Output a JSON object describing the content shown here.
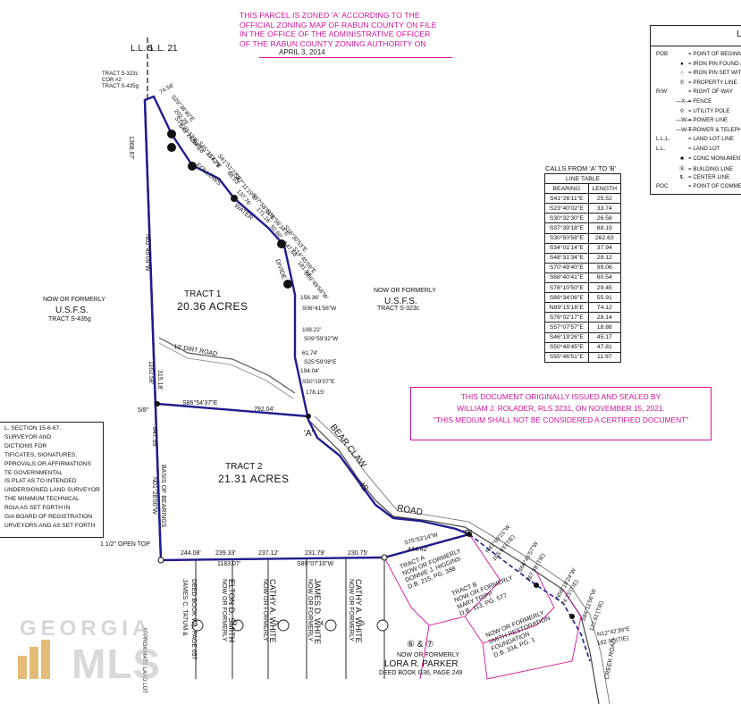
{
  "zoning_notice": {
    "lines": [
      "THIS PARCEL IS ZONED  'A'  ACCORDING TO THE",
      "OFFICIAL ZONING MAP OF RABUN COUNTY ON FILE",
      "IN THE OFFICE OF THE ADMINISTRATIVE OFFICER",
      "OF THE RABUN COUNTY ZONING AUTHORITY ON"
    ],
    "date": "APRIL 3, 2014"
  },
  "legend": {
    "title": "L",
    "rows": [
      {
        "abbr": "POB",
        "symbol": "",
        "text": "= POINT OF BEGINNIN"
      },
      {
        "abbr": "",
        "symbol": "●",
        "text": "= IRON PIN FOUND (I"
      },
      {
        "abbr": "",
        "symbol": "○",
        "text": "= IRON PIN SET WITH"
      },
      {
        "abbr": "",
        "symbol": "℗",
        "text": "= PROPERTY LINE"
      },
      {
        "abbr": "R/W",
        "symbol": "",
        "text": "= RIGHT OF WAY"
      },
      {
        "abbr": "",
        "symbol": "—X—",
        "text": "= FENCE"
      },
      {
        "abbr": "",
        "symbol": "⚲",
        "text": "= UTILITY POLE"
      },
      {
        "abbr": "",
        "symbol": "—W—",
        "text": "= POWER LINE"
      },
      {
        "abbr": "",
        "symbol": "—W-T—",
        "text": "= POWER & TELEPHON"
      },
      {
        "abbr": "L.L.L.",
        "symbol": "",
        "text": "= LAND LOT LINE"
      },
      {
        "abbr": "L.L.",
        "symbol": "",
        "text": "= LAND LOT"
      },
      {
        "abbr": "",
        "symbol": "■",
        "text": "= CONC MONUMENT F"
      },
      {
        "abbr": "",
        "symbol": "Ⓑ",
        "text": "= BUILDING LINE"
      },
      {
        "abbr": "",
        "symbol": "℄",
        "text": "= CENTER LINE"
      },
      {
        "abbr": "POC",
        "symbol": "",
        "text": "= POINT OF COMMENC"
      }
    ]
  },
  "calls_caption": "CALLS FROM 'A' TO 'B'",
  "line_table": {
    "title": "LINE TABLE",
    "headers": [
      "BEARING",
      "LENGTH"
    ],
    "rows": [
      [
        "S41°26'11\"E",
        "25.52"
      ],
      [
        "S23°40'02\"E",
        "33.74"
      ],
      [
        "S30°32'30\"E",
        "26.58"
      ],
      [
        "S37°39'18\"E",
        "88.19"
      ],
      [
        "S30°50'58\"E",
        "262.63"
      ],
      [
        "S34°01'14\"E",
        "37.94"
      ],
      [
        "S48°31'34\"E",
        "29.12"
      ],
      [
        "S70°49'40\"E",
        "99.06"
      ],
      [
        "S68°40'41\"E",
        "60.54"
      ],
      [
        "S78°10'50\"E",
        "29.45"
      ],
      [
        "S89°34'06\"E",
        "55.91"
      ],
      [
        "N89°15'16\"E",
        "74.12"
      ],
      [
        "S76°02'17\"E",
        "28.14"
      ],
      [
        "S57°07'57\"E",
        "18.88"
      ],
      [
        "S46°19'26\"E",
        "45.17"
      ],
      [
        "S50°48'45\"E",
        "47.81"
      ],
      [
        "S55°46'51\"E",
        "11.97"
      ]
    ]
  },
  "sealed_notice": [
    "THIS DOCUMENT ORIGINALLY ISSUED AND SEALED BY",
    "WILLIAM J. ROLADER, RLS 3231, ON NOVEMBER 15, 2021.",
    "\"THIS MEDIUM SHALL NOT BE CONSIDERED A CERTIFIED DOCUMENT\""
  ],
  "notes_box": [
    "L. SECTION 15-6-67.",
    " SURVEYOR AND",
    "DICTIONS FOR",
    "TIFICATES, SIGNATURES,",
    "PPROVALS OR AFFIRMATIONS",
    "TE GOVERNMENTAL",
    "IS PLAT AS TO INTENDED",
    "UNDERSIGNED LAND SURVEYOR",
    "THE MINIMUM TECHNICAL",
    "RGIA AS SET FORTH IN",
    "GIA BOARD OF REGISTRATION",
    "URVEYORS AND AS SET FORTH"
  ],
  "land_lots": {
    "left": "L.L. 5",
    "right": "L.L. 21"
  },
  "map_labels": {
    "tract1_name": "TRACT 1",
    "tract1_acres": "20.36 ACRES",
    "tract2_name": "TRACT 2",
    "tract2_acres": "21.31 ACRES",
    "usfs_left_1": "NOW OR FORMERLY",
    "usfs_left_2": "U.S.F.S.",
    "usfs_left_3": "TRACT S-435g",
    "usfs_right_1": "NOW OR FORMERLY",
    "usfs_right_2": "U.S.F.S.",
    "usfs_right_3": "TRACT S-323c",
    "corner_tracts": "TRACT S-323c\nCOR #2\nTRACT S-435g",
    "usfs_cor": "U.S.F.S.\nCOR #2",
    "west_length": "1368.67'",
    "west_bearing": "N02°45'09\"W",
    "west_lower": "1162.58'",
    "west_lower2": "315.18'",
    "basis": "BASIS OF BEARINGS",
    "basis_len": "847.35'",
    "basis_bear": "N01°28'00\"W",
    "dirt_road": "10' DIRT ROAD",
    "divider_bearing": "S86°54'37\"E",
    "divider_len": "792.04'",
    "divider_pin": "5/8\"",
    "bear_claw": "BEAR CLAW",
    "bear_claw_is": "IS",
    "bear_claw_road": "ROAD",
    "point_a": "'A'",
    "point_b": "'B'",
    "follows": "FOLLOWS",
    "water": "WATER",
    "divide": "DIVIDE",
    "bottom_calls": [
      "244.08'",
      "239.33'",
      "1183.07'",
      "237.12'",
      "231.79'",
      "S89°07'16\"W",
      "230.75'",
      "444.42'"
    ],
    "east_calls": [
      "74.56'",
      "S29°38'40\"E",
      "202.29'",
      "S19°21'12\"E",
      "S48°24'59\"E",
      "204.18'",
      "S45°31'42\"E",
      "157.79'",
      "S41°51'27\"E",
      "68.93'",
      "S47°11'19\"E",
      "137.76'",
      "S37°58'51\"E",
      "171.16'",
      "S31°56'34\"E",
      "92.60'",
      "S16°30'53\"E",
      "147.68'",
      "S14°45'09\"E",
      "181.94'",
      "S09°49'56\"W",
      "156.36'",
      "S06°41'56\"W",
      "108.22'",
      "S09°59'32\"W",
      "61.74'",
      "S25°59'08\"E",
      "194.04'",
      "S50°19'07\"E",
      "178.15'"
    ],
    "se_calls": [
      "N47°09'21\"W",
      "165.93'(TIE)",
      "S66°45'57\"W",
      "267.39'(TIE)",
      "N56°18'24\"W",
      "74.15'(TIE)",
      "S84°11'56\"W",
      "122.91'(TIE)",
      "N12°42'39\"E",
      "182.97'(TIE)",
      "S75°53'14\"W"
    ],
    "open_top": "1 1/2\" OPEN TOP",
    "lots_bottom": [
      {
        "num": "1",
        "line1": "JAMES C. TATUM &",
        "line2": "DEED BOOK W4, PAGE 657"
      },
      {
        "num": "2",
        "line1": "NOW OR FORMERLY",
        "line2": "ELTON D. SMITH"
      },
      {
        "num": "3",
        "line1": "NOW OR FORMERLY",
        "line2": "CATHY A. WHITE"
      },
      {
        "num": "4",
        "line1": "NOW OR FORMERLY",
        "line2": "JAMES D. WHITE"
      },
      {
        "num": "5",
        "line1": "NOW OR FORMERLY",
        "line2": "CATHY A. WHITE"
      }
    ],
    "lots_67": "⑥ & ⑦",
    "lots_67_owner1": "NOW OR FORMERLY",
    "lots_67_owner2": "LORA R. PARKER",
    "lots_67_deed": "DEED BOOK G36, PAGE 249",
    "tract_a": "TRACT A\nNOW OR FORMERLY\nDONNIE J. HIGGINS\nD.B. 215, PG. 388",
    "tract_b": "TRACT B\nNOW OR FORMERLY\nMARY TRIPP\nD.B. 113, PG. 577",
    "smith": "NOW OR FORMERLY\nSMITH RESTORATION\nFOUNDATION\nD.B. 334, PG. 1",
    "creek_road": "CREEK ROAD",
    "approx_lot": "APPROXIMATE LAND LOT"
  },
  "watermark": {
    "line1": "GEORGIA",
    "line2": "MLS"
  },
  "colors": {
    "boundary": "#1f1c8f",
    "pink": "#d0139a",
    "road": "#555555",
    "black": "#111111"
  }
}
